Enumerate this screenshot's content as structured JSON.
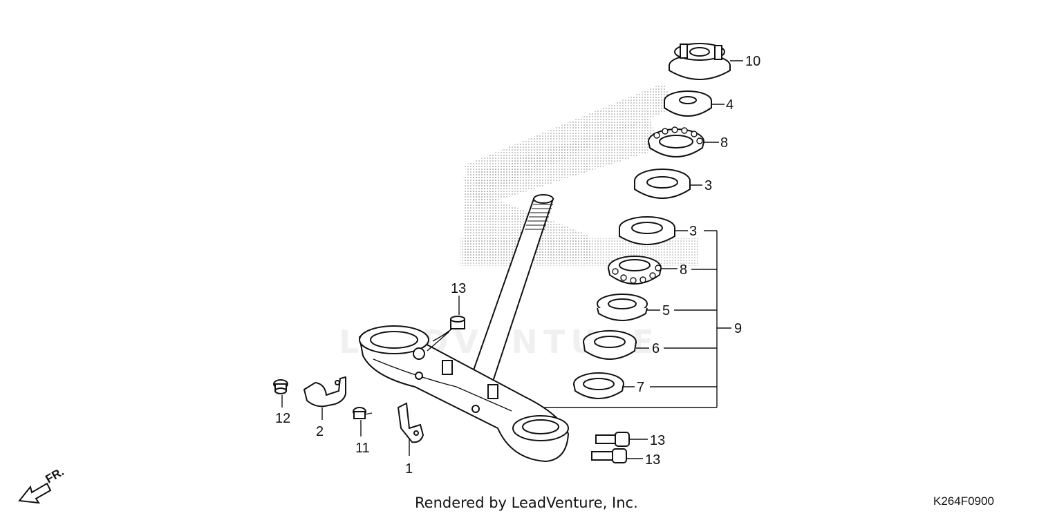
{
  "diagram": {
    "watermark": "LEADVENTURE",
    "direction_label": "FR.",
    "footer": "Rendered by LeadVenture, Inc.",
    "diagram_code": "K264F0900",
    "callouts": {
      "c10": "10",
      "c4": "4",
      "c8_top": "8",
      "c3_top": "3",
      "c3_group": "3",
      "c8_group": "8",
      "c5": "5",
      "c6": "6",
      "c7": "7",
      "c9": "9",
      "c13_top": "13",
      "c13_bolt_a": "13",
      "c13_bolt_b": "13",
      "c12": "12",
      "c2": "2",
      "c11": "11",
      "c1": "1"
    }
  }
}
